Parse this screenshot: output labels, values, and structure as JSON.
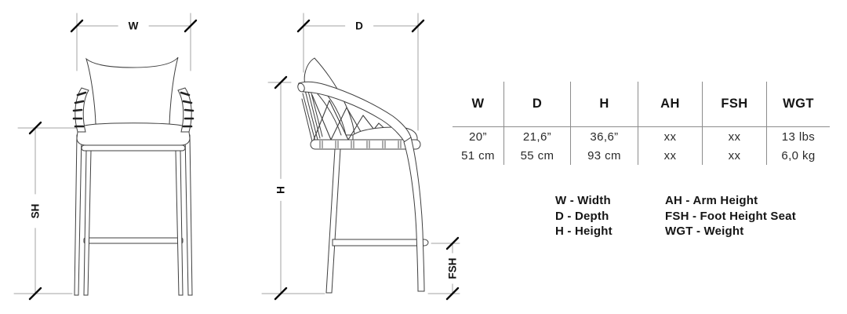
{
  "diagram": {
    "front_view": {
      "dim_width_label": "W",
      "dim_seat_height_label": "SH"
    },
    "side_view": {
      "dim_depth_label": "D",
      "dim_height_label": "H",
      "dim_foot_height_label": "FSH"
    }
  },
  "table": {
    "headers": [
      "W",
      "D",
      "H",
      "AH",
      "FSH",
      "WGT"
    ],
    "rows": [
      [
        "20”",
        "21,6”",
        "36,6”",
        "xx",
        "xx",
        "13 lbs"
      ],
      [
        "51 cm",
        "55 cm",
        "93 cm",
        "xx",
        "xx",
        "6,0 kg"
      ]
    ]
  },
  "legend": {
    "left": [
      "W - Width",
      "D - Depth",
      "H - Height"
    ],
    "right": [
      "AH - Arm Height",
      "FSH - Foot Height Seat",
      "WGT - Weight"
    ]
  },
  "colors": {
    "line_art": "#3f3f3f",
    "dimension_line": "#a3a3a3",
    "tick": "#0a0a0a",
    "table_rule": "#8c8c8c",
    "text": "#151515"
  }
}
